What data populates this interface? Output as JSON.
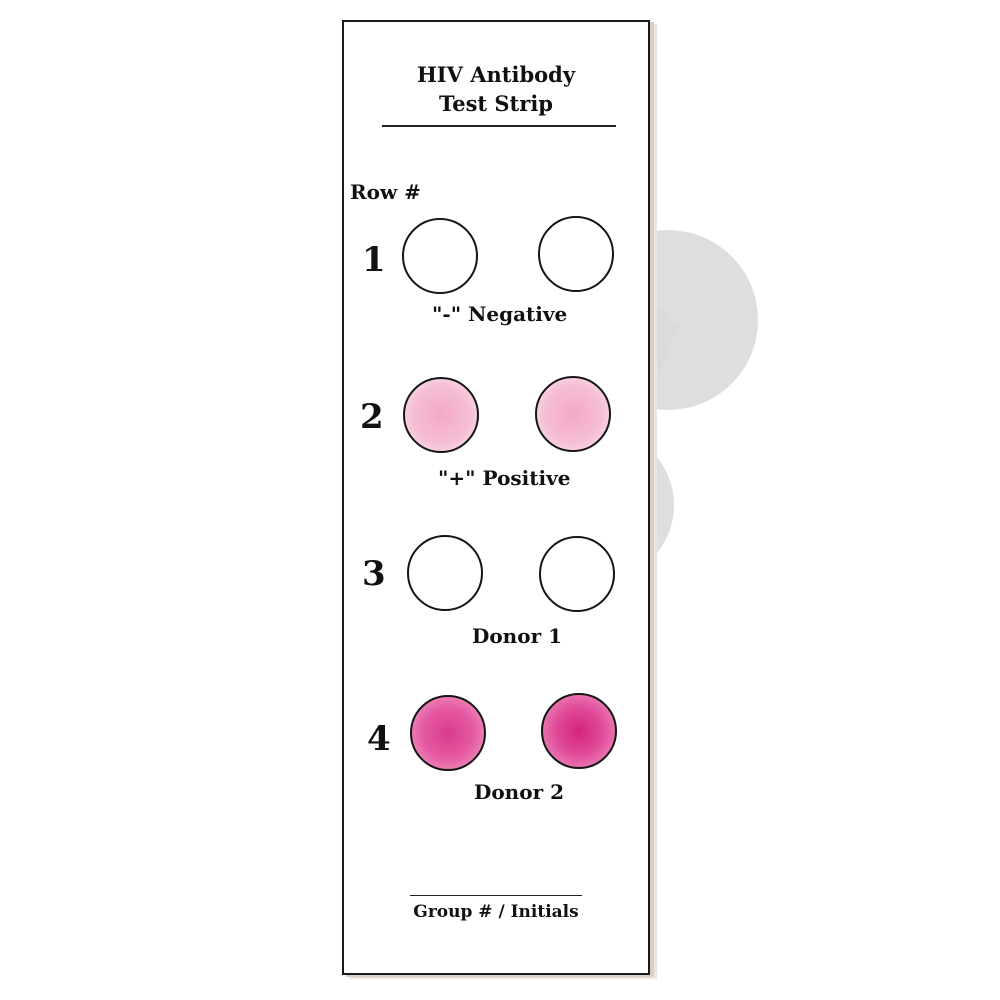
{
  "title": {
    "line1": "HIV Antibody",
    "line2": "Test Strip"
  },
  "row_header": "Row #",
  "rows": [
    {
      "number": "1",
      "label": "\"-\" Negative",
      "wells": [
        {
          "result": "clear"
        },
        {
          "result": "clear"
        }
      ]
    },
    {
      "number": "2",
      "label": "\"+\" Positive",
      "wells": [
        {
          "result": "light-pink"
        },
        {
          "result": "light-pink"
        }
      ]
    },
    {
      "number": "3",
      "label": "Donor 1",
      "wells": [
        {
          "result": "clear"
        },
        {
          "result": "clear"
        }
      ]
    },
    {
      "number": "4",
      "label": "Donor 2",
      "wells": [
        {
          "result": "dark-pink"
        },
        {
          "result": "dark-pink"
        }
      ]
    }
  ],
  "signature_label": "Group # / Initials",
  "colors": {
    "light_pink": "#f4b8d2",
    "dark_pink": "#e04a98",
    "watermark": "#dadada"
  }
}
